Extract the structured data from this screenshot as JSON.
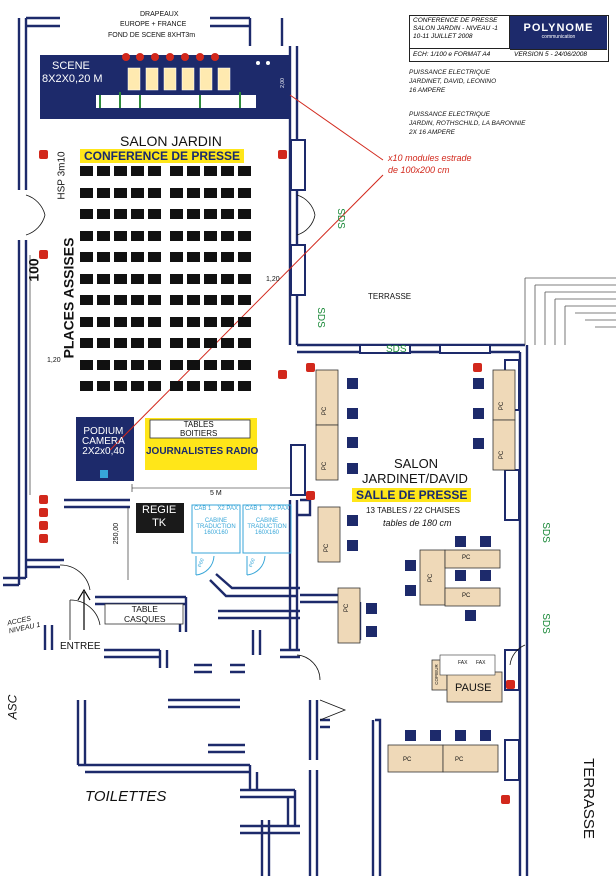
{
  "header": {
    "drapeaux": "DRAPEAUX",
    "europe": "EUROPE + FRANCE",
    "fond": "FOND DE SCENE 8XHT3m"
  },
  "title_block": {
    "line1": "CONFERENCE DE PRESSE",
    "line2": "SALON JARDIN - NIVEAU -1",
    "line3": "10-11 JUILLET 2008",
    "scale": "ECH: 1/100 e FORMAT A4",
    "version": "VERSION 5 - 24/06/2008",
    "logo": "POLYNOME",
    "logo_sub": "communication"
  },
  "power": {
    "p1_title": "PUISSANCE ELECTRIQUE",
    "p1_rooms": "JARDINET, DAVID, LEONINO",
    "p1_value": "16 AMPERE",
    "p2_title": "PUISSANCE ELECTRIQUE",
    "p2_rooms": "JARDIN, ROTHSCHILD, LA BARONNIE",
    "p2_value": "2X 16 AMPERE"
  },
  "scene": {
    "label": "SCENE",
    "dims": "8X2X0,20 M",
    "height_mark": "2,00"
  },
  "modules_note": {
    "line1": "x10 modules estrade",
    "line2": "de 100x200 cm"
  },
  "salon_jardin": {
    "name": "SALON JARDIN",
    "banner": "CONFERENCE DE PRESSE",
    "hsp": "HSP 3m10",
    "places_count": "100",
    "places_label": "PLACES ASSISES",
    "dim_120_a": "1,20",
    "dim_120_b": "1,20",
    "dim_5m": "5 M",
    "dim_250": "250,00"
  },
  "podium": {
    "l1": "PODIUM",
    "l2": "CAMERA",
    "l3": "2X2x0,40"
  },
  "tables_boitiers": {
    "l1": "TABLES",
    "l2": "BOITIERS"
  },
  "journalistes": "JOURNALISTES RADIO",
  "regie": {
    "l1": "REGIE",
    "l2": "TK"
  },
  "cabines": [
    {
      "cab": "CAB 1",
      "pax": "X2 PAX",
      "l1": "CABINE",
      "l2": "TRADUCTION",
      "l3": "160X160"
    },
    {
      "cab": "CAB 1",
      "pax": "X2 PAX",
      "l1": "CABINE",
      "l2": "TRADUCTION",
      "l3": "160X160"
    }
  ],
  "door_p60_a": "P60",
  "door_p60_b": "P60",
  "table_casques": {
    "l1": "TABLE",
    "l2": "CASQUES"
  },
  "entree": "ENTREE",
  "acces": {
    "l1": "ACCES",
    "l2": "NIVEAU 1"
  },
  "asc": "ASC",
  "toilettes": "TOILETTES",
  "terrasse_top": "TERRASSE",
  "terrasse_side": "TERRASSE",
  "sds": "SDS",
  "salon_jardinet": {
    "l1": "SALON",
    "l2": "JARDINET/DAVID",
    "banner": "SALLE DE PRESSE",
    "tables": "13 TABLES / 22 CHAISES",
    "tables_size": "tables de 180 cm",
    "pc": "PC"
  },
  "pause": {
    "label": "PAUSE",
    "copieur": "COPIEUR",
    "fax": "FAX"
  },
  "colors": {
    "navy": "#1d2a6b",
    "yellow": "#ffe619",
    "red": "#d2281c",
    "green": "#1c8a3a",
    "table": "#efd9b8",
    "cyan": "#37a6d8"
  }
}
